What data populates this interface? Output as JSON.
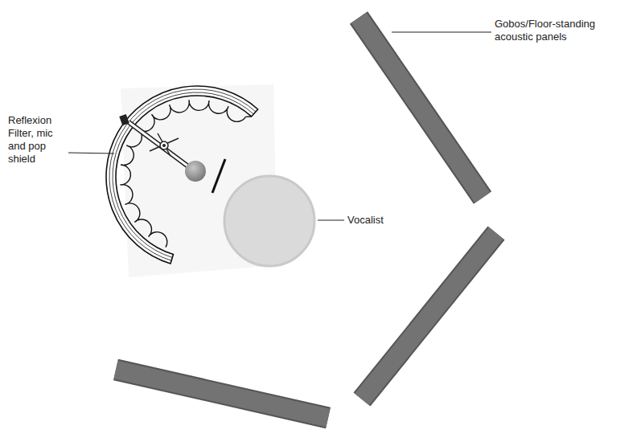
{
  "diagram": {
    "labels": [
      "Reflexion Filter, mic and pop shield",
      "Vocalist",
      "Gobos/Floor-standing acoustic panels"
    ]
  }
}
